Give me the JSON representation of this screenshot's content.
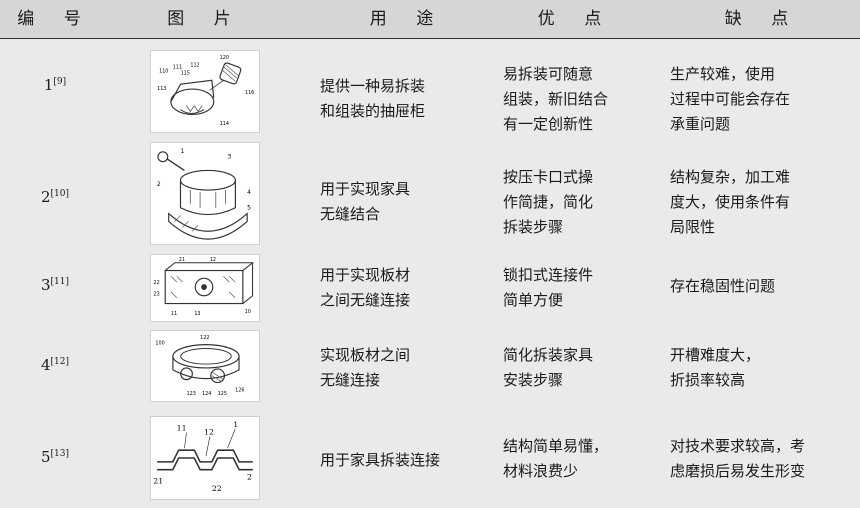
{
  "headers": {
    "no": "编 号",
    "image": "图 片",
    "use": "用 途",
    "advantage": "优 点",
    "disadvantage": "缺 点"
  },
  "rows": [
    {
      "num": "1",
      "ref": "[9]",
      "image_desc": "drawer-connector-drawing",
      "use": "提供一种易拆装\n和组装的抽屉柜",
      "advantage": "易拆装可随意\n组装，新旧结合\n有一定创新性",
      "disadvantage": "生产较难，使用\n过程中可能会存在\n承重问题"
    },
    {
      "num": "2",
      "ref": "[10]",
      "image_desc": "cam-lock-drawing",
      "use": "用于实现家具\n无缝结合",
      "advantage": "按压卡口式操\n作简捷，简化\n拆装步骤",
      "disadvantage": "结构复杂，加工难\n度大，使用条件有\n局限性"
    },
    {
      "num": "3",
      "ref": "[11]",
      "image_desc": "lock-connector-drawing",
      "use": "用于实现板材\n之间无缝连接",
      "advantage": "锁扣式连接件\n简单方便",
      "disadvantage": "存在稳固性问题"
    },
    {
      "num": "4",
      "ref": "[12]",
      "image_desc": "ring-connector-drawing",
      "use": "实现板材之间\n无缝连接",
      "advantage": "简化拆装家具\n安装步骤",
      "disadvantage": "开槽难度大，\n折损率较高"
    },
    {
      "num": "5",
      "ref": "[13]",
      "image_desc": "snap-profile-drawing",
      "use": "用于家具拆装连接",
      "advantage": "结构简单易懂，\n材料浪费少",
      "disadvantage": "对技术要求较高，考\n虑磨损后易发生形变"
    }
  ],
  "drawing_labels": {
    "r1": [
      "120",
      "110",
      "111",
      "112",
      "113",
      "115",
      "116",
      "114"
    ],
    "r2": [
      "1",
      "3",
      "2",
      "4",
      "5"
    ],
    "r3": [
      "21",
      "12",
      "22",
      "23",
      "11",
      "13",
      "10"
    ],
    "r4": [
      "122",
      "100",
      "123",
      "124",
      "125",
      "126"
    ],
    "r5": [
      "11",
      "12",
      "1",
      "21",
      "2",
      "22"
    ]
  }
}
